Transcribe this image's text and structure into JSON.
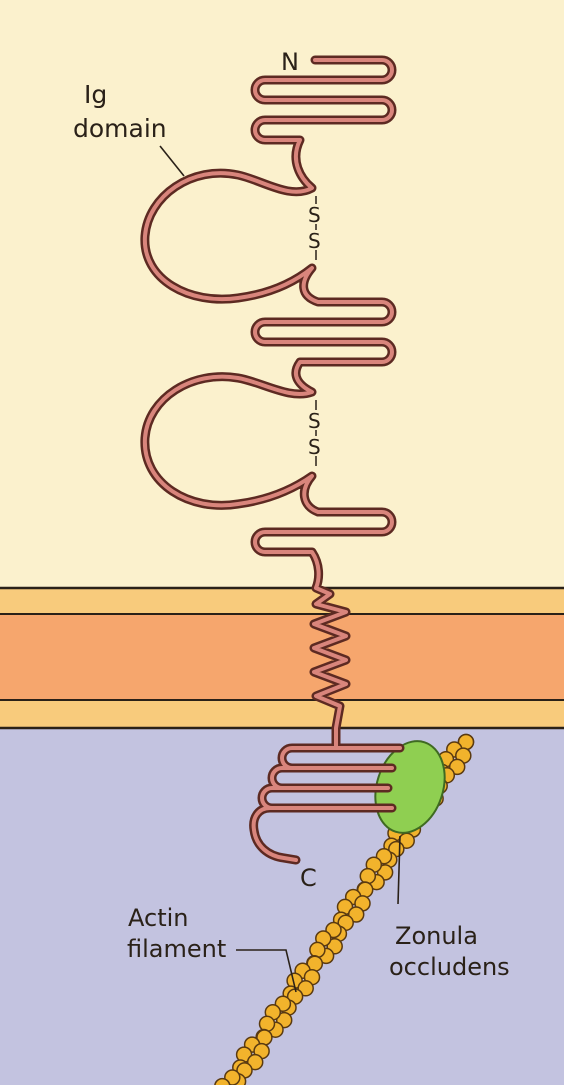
{
  "labels": {
    "ig_line1": "Ig",
    "ig_line2": "domain",
    "n_terminus": "N",
    "c_terminus": "C",
    "disulfide_1a": "S",
    "disulfide_1b": "S",
    "disulfide_2a": "S",
    "disulfide_2b": "S",
    "actin_line1": "Actin",
    "actin_line2": "filament",
    "zonula_line1": "Zonula",
    "zonula_line2": "occludens"
  },
  "colors": {
    "extracellular": "#fbf1cd",
    "cytoplasm": "#c3c3e0",
    "membrane_outer": "#f8cb7c",
    "membrane_core": "#f6a66d",
    "protein_stroke": "#5d2a22",
    "protein_fill": "#d9857c",
    "zonula": "#8fcf51",
    "actin": "#f2b32c"
  }
}
